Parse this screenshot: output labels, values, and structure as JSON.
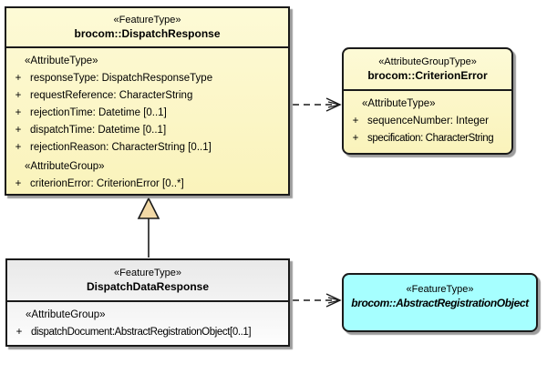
{
  "diagram": {
    "colors": {
      "class_fill_yellow": "#FAF3BB",
      "class_fill_cyan": "#A6FFFF",
      "class_fill_gray_gradient": "#E9E9E9",
      "border": "#1A1A1A",
      "shadow": "#9C9C9C",
      "generalization_triangle_fill": "#F2D9A6"
    },
    "boxes": {
      "dispatch_response": {
        "stereotype": "«FeatureType»",
        "name": "brocom::DispatchResponse",
        "sections": [
          {
            "heading": "«AttributeType»",
            "items": [
              {
                "vis": "+",
                "text": "responseType: DispatchResponseType"
              },
              {
                "vis": "+",
                "text": "requestReference: CharacterString"
              },
              {
                "vis": "+",
                "text": "rejectionTime: Datetime [0..1]"
              },
              {
                "vis": "+",
                "text": "dispatchTime: Datetime [0..1]"
              },
              {
                "vis": "+",
                "text": "rejectionReason: CharacterString [0..1]"
              }
            ]
          },
          {
            "heading": "«AttributeGroup»",
            "items": [
              {
                "vis": "+",
                "text": "criterionError: CriterionError [0..*]"
              }
            ]
          }
        ]
      },
      "criterion_error": {
        "stereotype": "«AttributeGroupType»",
        "name": "brocom::CriterionError",
        "sections": [
          {
            "heading": "«AttributeType»",
            "items": [
              {
                "vis": "+",
                "text": "sequenceNumber: Integer"
              },
              {
                "vis": "+",
                "text": "specification: CharacterString"
              }
            ]
          }
        ]
      },
      "dispatch_data_response": {
        "stereotype": "«FeatureType»",
        "name": "DispatchDataResponse",
        "sections": [
          {
            "heading": "«AttributeGroup»",
            "items": [
              {
                "vis": "+",
                "text": "dispatchDocument:AbstractRegistrationObject[0..1]"
              }
            ]
          }
        ]
      },
      "abstract_registration_object": {
        "stereotype": "«FeatureType»",
        "name": "brocom::AbstractRegistrationObject"
      }
    }
  }
}
